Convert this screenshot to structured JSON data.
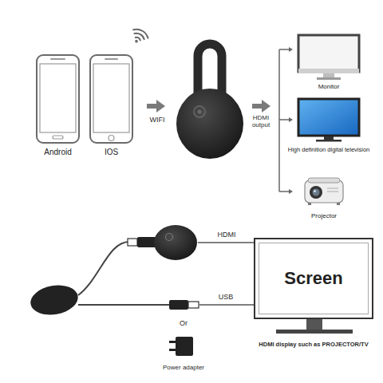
{
  "diagram": {
    "nodes": [
      {
        "text": [
          "Android"
        ]
      },
      {
        "text": [
          "IOS"
        ]
      },
      {
        "text": [
          "Monitor"
        ]
      },
      {
        "text": [
          "High definition digital television"
        ]
      },
      {
        "text": [
          "Projector"
        ]
      },
      {
        "text": [
          "Screen"
        ]
      }
    ],
    "labels": [
      "WIFI",
      "HDMI output",
      "HDMI",
      "USB",
      "Or",
      "Power adapter",
      "HDMI display such as PROJECTOR/TV"
    ]
  }
}
